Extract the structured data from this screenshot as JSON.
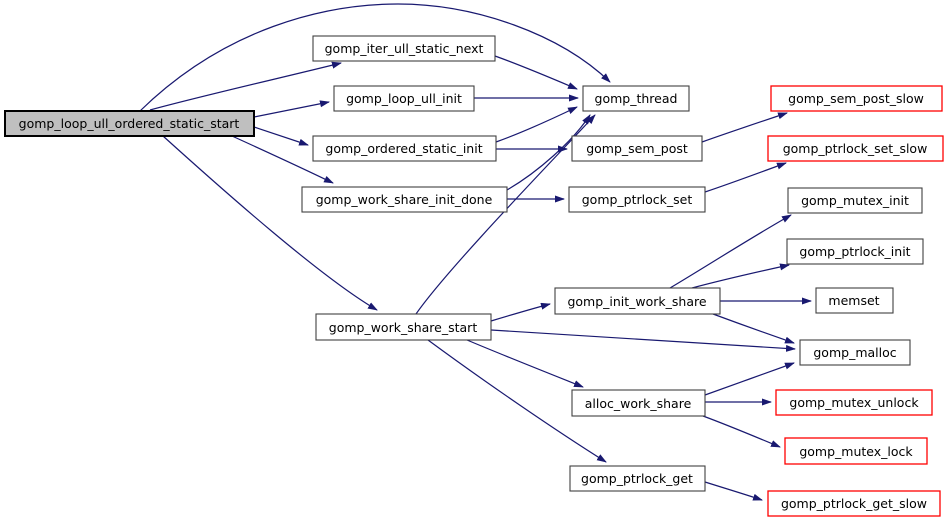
{
  "graph": {
    "background_color": "#ffffff",
    "edge_color": "#191970",
    "node_fill": "#ffffff",
    "node_border_color": "#404040",
    "focus_node_fill": "#bfbfbf",
    "focus_node_border_color": "#000000",
    "external_node_border_color": "#ff0000",
    "text_color": "#000000"
  },
  "nodes": {
    "main": {
      "label": "gomp_loop_ull_ordered_static_start",
      "type": "focus"
    },
    "iter_next": {
      "label": "gomp_iter_ull_static_next",
      "type": "normal"
    },
    "loop_ull_init": {
      "label": "gomp_loop_ull_init",
      "type": "normal"
    },
    "thread": {
      "label": "gomp_thread",
      "type": "normal"
    },
    "ordered_init": {
      "label": "gomp_ordered_static_init",
      "type": "normal"
    },
    "sem_post": {
      "label": "gomp_sem_post",
      "type": "normal"
    },
    "sem_post_slow": {
      "label": "gomp_sem_post_slow",
      "type": "external"
    },
    "ptrlock_set_slow": {
      "label": "gomp_ptrlock_set_slow",
      "type": "external"
    },
    "ws_init_done": {
      "label": "gomp_work_share_init_done",
      "type": "normal"
    },
    "ptrlock_set": {
      "label": "gomp_ptrlock_set",
      "type": "normal"
    },
    "mutex_init": {
      "label": "gomp_mutex_init",
      "type": "normal"
    },
    "ptrlock_init": {
      "label": "gomp_ptrlock_init",
      "type": "normal"
    },
    "memset": {
      "label": "memset",
      "type": "normal"
    },
    "init_work_share": {
      "label": "gomp_init_work_share",
      "type": "normal"
    },
    "malloc": {
      "label": "gomp_malloc",
      "type": "normal"
    },
    "ws_start": {
      "label": "gomp_work_share_start",
      "type": "normal"
    },
    "alloc_work_share": {
      "label": "alloc_work_share",
      "type": "normal"
    },
    "mutex_unlock": {
      "label": "gomp_mutex_unlock",
      "type": "external"
    },
    "mutex_lock": {
      "label": "gomp_mutex_lock",
      "type": "external"
    },
    "ptrlock_get": {
      "label": "gomp_ptrlock_get",
      "type": "normal"
    },
    "ptrlock_get_slow": {
      "label": "gomp_ptrlock_get_slow",
      "type": "external"
    }
  },
  "edges": [
    {
      "from": "main",
      "to": "thread"
    },
    {
      "from": "main",
      "to": "iter_next"
    },
    {
      "from": "main",
      "to": "loop_ull_init"
    },
    {
      "from": "main",
      "to": "ordered_init"
    },
    {
      "from": "main",
      "to": "ws_init_done"
    },
    {
      "from": "main",
      "to": "ws_start"
    },
    {
      "from": "iter_next",
      "to": "thread"
    },
    {
      "from": "loop_ull_init",
      "to": "thread"
    },
    {
      "from": "ordered_init",
      "to": "thread"
    },
    {
      "from": "ordered_init",
      "to": "sem_post"
    },
    {
      "from": "ws_init_done",
      "to": "thread"
    },
    {
      "from": "ws_init_done",
      "to": "ptrlock_set"
    },
    {
      "from": "sem_post",
      "to": "sem_post_slow"
    },
    {
      "from": "ptrlock_set",
      "to": "ptrlock_set_slow"
    },
    {
      "from": "ws_start",
      "to": "thread"
    },
    {
      "from": "ws_start",
      "to": "init_work_share"
    },
    {
      "from": "ws_start",
      "to": "malloc"
    },
    {
      "from": "ws_start",
      "to": "alloc_work_share"
    },
    {
      "from": "ws_start",
      "to": "ptrlock_get"
    },
    {
      "from": "init_work_share",
      "to": "mutex_init"
    },
    {
      "from": "init_work_share",
      "to": "ptrlock_init"
    },
    {
      "from": "init_work_share",
      "to": "memset"
    },
    {
      "from": "init_work_share",
      "to": "malloc"
    },
    {
      "from": "alloc_work_share",
      "to": "malloc"
    },
    {
      "from": "alloc_work_share",
      "to": "mutex_unlock"
    },
    {
      "from": "alloc_work_share",
      "to": "mutex_lock"
    },
    {
      "from": "ptrlock_get",
      "to": "ptrlock_get_slow"
    }
  ]
}
